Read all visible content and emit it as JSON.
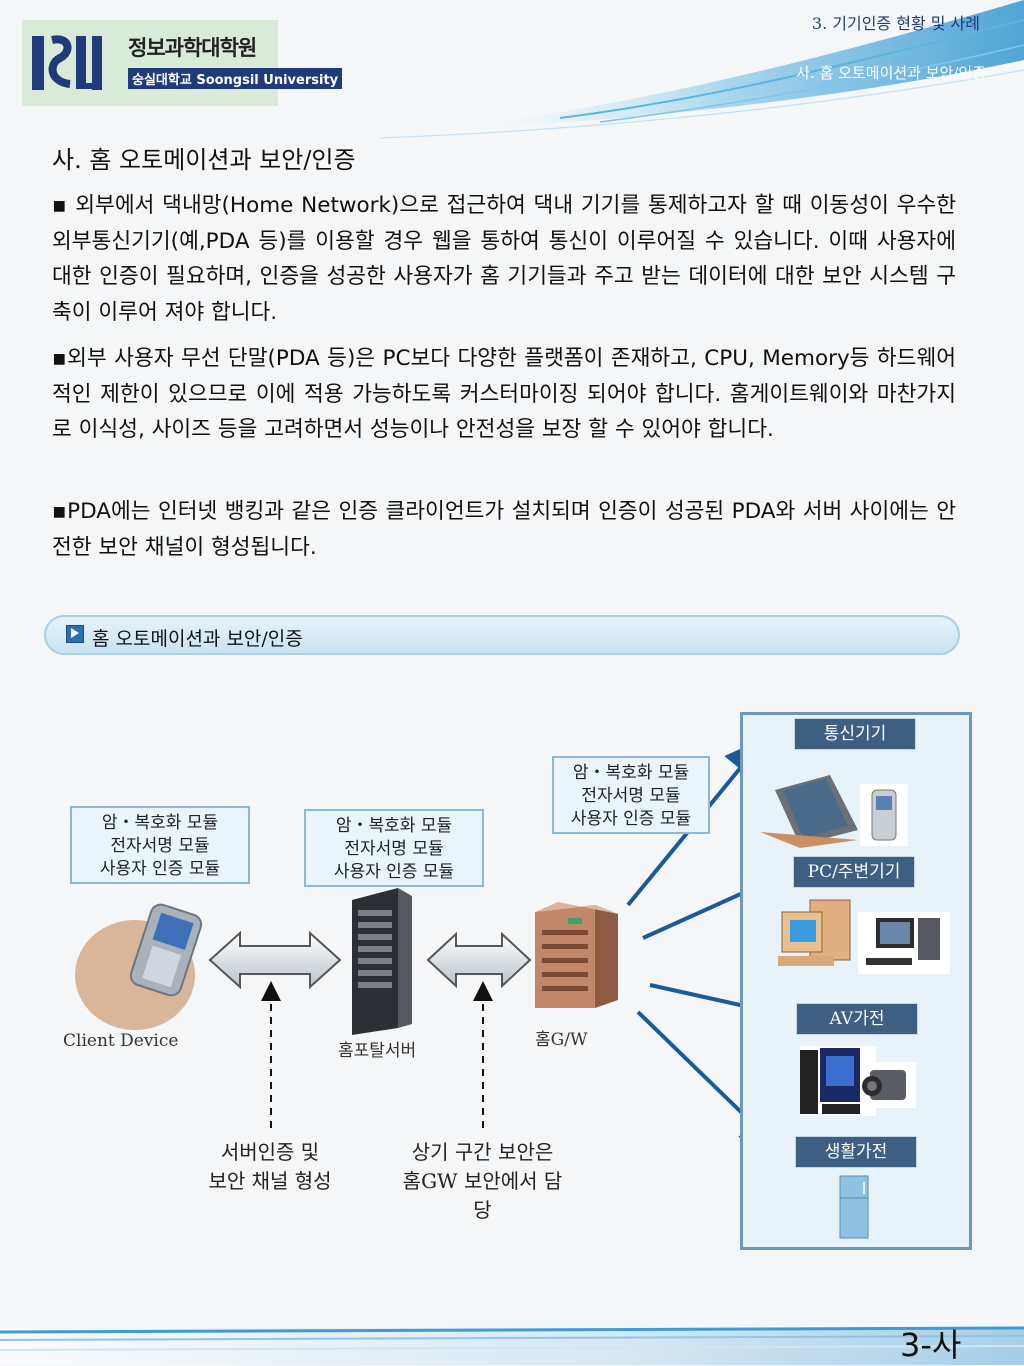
{
  "header": {
    "logo_name": "정보과학대학원",
    "logo_univ": "숭실대학교 Soongsil University",
    "chapter": "3. 기기인증 현황 및 사례",
    "section": "사. 홈 오토메이션과 보안/인증"
  },
  "title": "사. 홈 오토메이션과 보안/인증",
  "paragraphs": [
    "▪ 외부에서 댁내망(Home Network)으로 접근하여 댁내 기기를 통제하고자 할 때 이동성이 우수한 외부통신기기(예,PDA 등)를 이용할 경우 웹을 통하여 통신이 이루어질 수 있습니다. 이때 사용자에 대한 인증이 필요하며, 인증을 성공한 사용자가 홈 기기들과 주고 받는 데이터에 대한 보안 시스템 구축이 이루어 져야 합니다.",
    "▪외부 사용자 무선 단말(PDA 등)은 PC보다 다양한 플랫폼이 존재하고, CPU, Memory등 하드웨어적인 제한이 있으므로 이에 적용 가능하도록 커스터마이징 되어야 합니다. 홈게이트웨이와 마찬가지로 이식성, 사이즈 등을 고려하면서 성능이나 안전성을 보장 할 수 있어야 합니다.",
    "▪PDA에는 인터넷 뱅킹과 같은 인증 클라이언트가 설치되며 인증이 성공된 PDA와 서버 사이에는 안전한 보안 채널이 형성됩니다."
  ],
  "section_bar": {
    "title": "홈 오토메이션과 보안/인증"
  },
  "diagram": {
    "module_box_client": [
      "암・복호화 모듈",
      "전자서명 모듈",
      "사용자 인증 모듈"
    ],
    "module_box_portal": [
      "암・복호화 모듈",
      "전자서명 모듈",
      "사용자 인증 모듈"
    ],
    "module_box_gw": [
      "암・복호화 모듈",
      "전자서명 모듈",
      "사용자 인증 모듈"
    ],
    "client_label": "Client Device",
    "portal_label": "홈포탈서버",
    "gw_label": "홈G/W",
    "note_left": [
      "서버인증 및",
      "보안 채널 형성"
    ],
    "note_right": [
      "상기 구간 보안은",
      "홈GW 보안에서 담",
      "당"
    ],
    "categories": [
      "통신기기",
      "PC/주변기기",
      "AV가전",
      "생활가전"
    ]
  },
  "footer": {
    "page": "3-사"
  },
  "colors": {
    "accent": "#1f3b7a",
    "panel_border": "#6f98b8",
    "category_bg": "#3e5f82",
    "arrow": "#1a5a9a"
  }
}
